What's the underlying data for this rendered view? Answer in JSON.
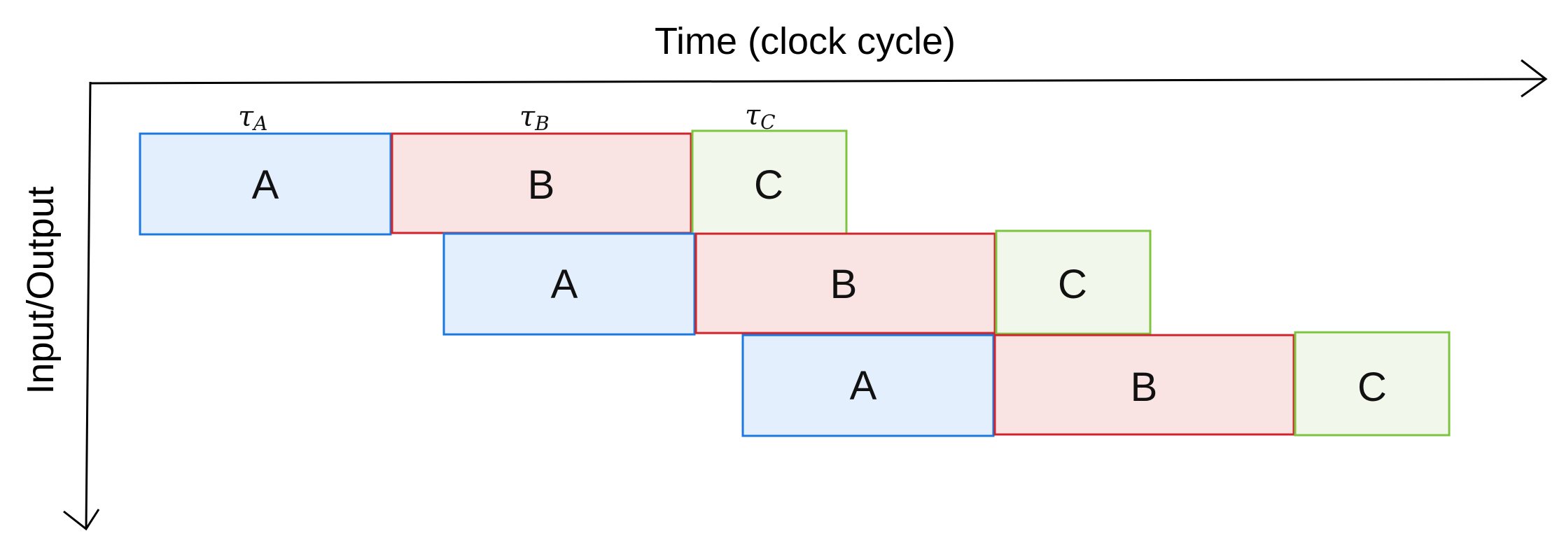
{
  "x_axis": {
    "title": "Time (clock cycle)"
  },
  "y_axis": {
    "title": "Input/Output"
  },
  "stage_times": [
    {
      "symbol": "τ",
      "subscript": "A"
    },
    {
      "symbol": "τ",
      "subscript": "B"
    },
    {
      "symbol": "τ",
      "subscript": "C"
    }
  ],
  "pipeline": [
    {
      "stages": [
        {
          "label": "A",
          "type": "A"
        },
        {
          "label": "B",
          "type": "B"
        },
        {
          "label": "C",
          "type": "C"
        }
      ]
    },
    {
      "stages": [
        {
          "label": "A",
          "type": "A"
        },
        {
          "label": "B",
          "type": "B"
        },
        {
          "label": "C",
          "type": "C"
        }
      ]
    },
    {
      "stages": [
        {
          "label": "A",
          "type": "A"
        },
        {
          "label": "B",
          "type": "B"
        },
        {
          "label": "C",
          "type": "C"
        }
      ]
    }
  ],
  "colors": {
    "A": {
      "fill": "#e3effc",
      "stroke": "#1a78e0"
    },
    "B": {
      "fill": "#fae3e3",
      "stroke": "#d0232b"
    },
    "C": {
      "fill": "#f1f7ea",
      "stroke": "#7ec440"
    },
    "axis": "#000000"
  }
}
